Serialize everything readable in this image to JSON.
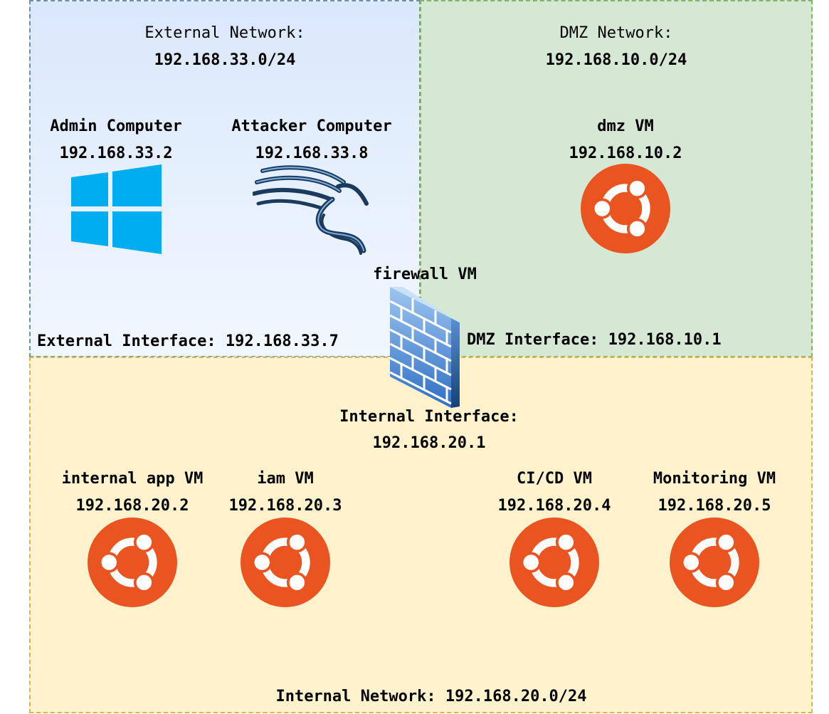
{
  "zones": {
    "external": {
      "title": "External Network:",
      "subnet": "192.168.33.0/24"
    },
    "dmz": {
      "title": "DMZ Network:",
      "subnet": "192.168.10.0/24"
    },
    "internal": {
      "label": "Internal Network: 192.168.20.0/24"
    }
  },
  "hosts": {
    "admin": {
      "name": "Admin Computer",
      "ip": "192.168.33.2",
      "icon": "windows-logo-icon"
    },
    "attacker": {
      "name": "Attacker Computer",
      "ip": "192.168.33.8",
      "icon": "kali-dragon-icon"
    },
    "dmz_vm": {
      "name": "dmz VM",
      "ip": "192.168.10.2",
      "icon": "ubuntu-logo-icon"
    },
    "internal_app": {
      "name": "internal app VM",
      "ip": "192.168.20.2",
      "icon": "ubuntu-logo-icon"
    },
    "iam": {
      "name": "iam VM",
      "ip": "192.168.20.3",
      "icon": "ubuntu-logo-icon"
    },
    "cicd": {
      "name": "CI/CD VM",
      "ip": "192.168.20.4",
      "icon": "ubuntu-logo-icon"
    },
    "monitoring": {
      "name": "Monitoring VM",
      "ip": "192.168.20.5",
      "icon": "ubuntu-logo-icon"
    }
  },
  "firewall": {
    "name": "firewall VM",
    "icon": "firewall-brick-wall-icon",
    "external_interface": "External Interface: 192.168.33.7",
    "dmz_interface": "DMZ Interface: 192.168.10.1",
    "internal_interface_label": "Internal Interface:",
    "internal_interface_ip": "192.168.20.1"
  },
  "colors": {
    "external_fill": "#dae8fc",
    "external_border": "#6c8ebf",
    "dmz_fill": "#d5e8d4",
    "dmz_border": "#82b366",
    "internal_fill": "#fff2cc",
    "internal_border": "#d6b656",
    "ubuntu_orange": "#e95420",
    "windows_blue": "#00adef",
    "kali_navy": "#1b3a5c",
    "firewall_blue": "#4a90e2"
  }
}
